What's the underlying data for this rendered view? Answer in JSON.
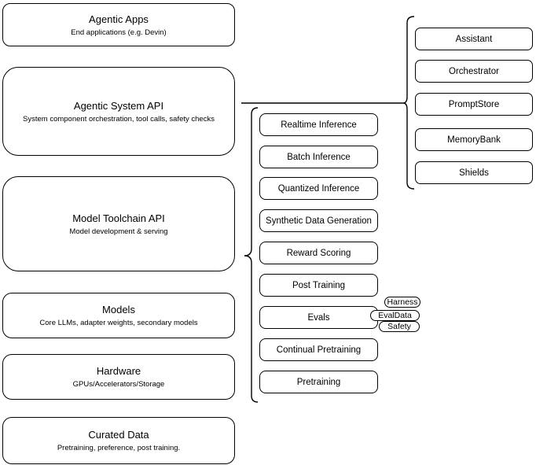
{
  "diagram": {
    "layers": [
      {
        "title": "Agentic Apps",
        "subtitle": "End applications (e.g. Devin)"
      },
      {
        "title": "Agentic System API",
        "subtitle": "System component orchestration, tool calls, safety checks"
      },
      {
        "title": "Model Toolchain API",
        "subtitle": "Model development & serving"
      },
      {
        "title": "Models",
        "subtitle": "Core LLMs, adapter weights, secondary models"
      },
      {
        "title": "Hardware",
        "subtitle": "GPUs/Accelerators/Storage"
      },
      {
        "title": "Curated Data",
        "subtitle": "Pretraining, preference, post training."
      }
    ],
    "toolchain": [
      "Realtime Inference",
      "Batch Inference",
      "Quantized Inference",
      "Synthetic Data Generation",
      "Reward Scoring",
      "Post Training",
      "Evals",
      "Continual Pretraining",
      "Pretraining"
    ],
    "eval_tags": [
      "Harness",
      "EvalData",
      "Safety"
    ],
    "system_components": [
      "Assistant",
      "Orchestrator",
      "PromptStore",
      "MemoryBank",
      "Shields"
    ],
    "colors": {
      "stroke": "#000000",
      "fill": "#ffffff",
      "background": "#ffffff",
      "text": "#000000"
    }
  }
}
